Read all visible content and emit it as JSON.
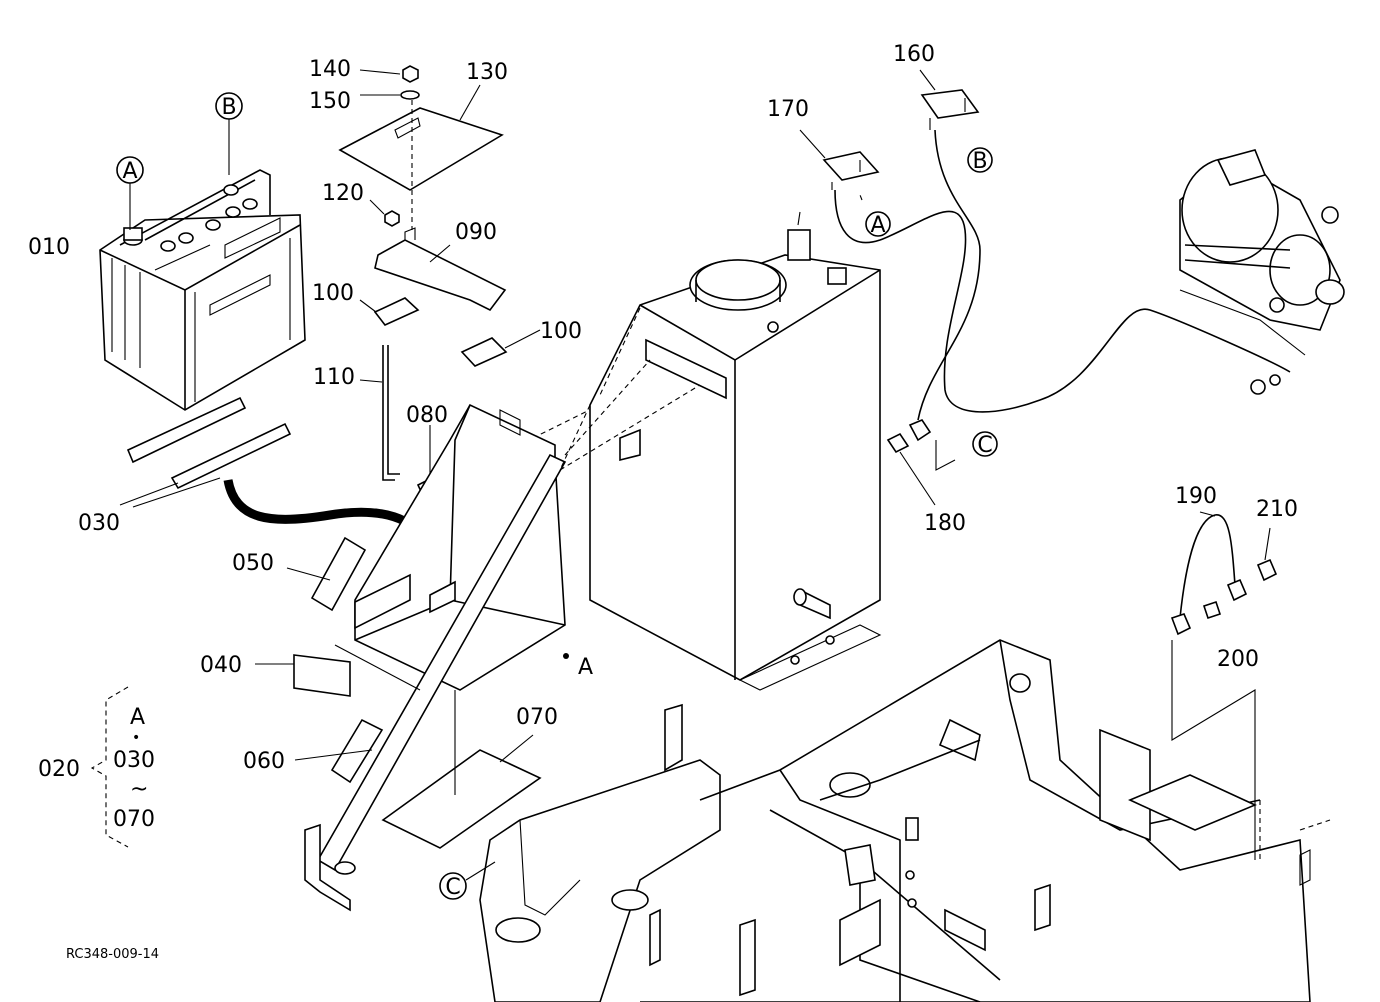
{
  "diagram": {
    "drawing_code": "RC348-009-14",
    "part_numbers": {
      "p010": "010",
      "p020": "020",
      "p030": "030",
      "p040": "040",
      "p050": "050",
      "p060": "060",
      "p070": "070",
      "p080": "080",
      "p090": "090",
      "p100a": "100",
      "p100b": "100",
      "p110": "110",
      "p120": "120",
      "p130": "130",
      "p140": "140",
      "p150": "150",
      "p160": "160",
      "p170": "170",
      "p180": "180",
      "p190": "190",
      "p200": "200",
      "p210": "210"
    },
    "kit_bracket": {
      "from": "A",
      "dot": "•",
      "start": "030",
      "tilde": "~",
      "end": "070"
    },
    "callouts": {
      "A_battery": "A",
      "B_battery": "B",
      "A_cable": "A",
      "B_cable": "B",
      "C_cable": "C",
      "C_frame": "C",
      "A_tray": "A"
    }
  }
}
